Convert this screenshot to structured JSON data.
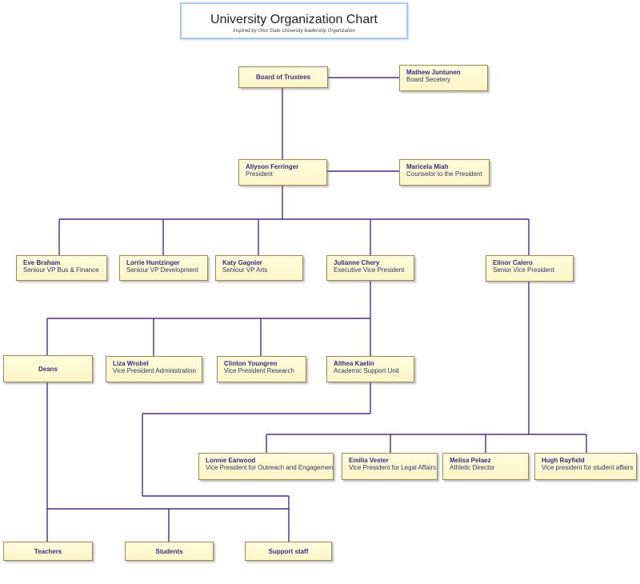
{
  "title": {
    "main": "University Organization Chart",
    "subtitle": "Inspired by Ohio State University leadership Organization"
  },
  "colors": {
    "connector": "#4b2d7f",
    "node_fill": "#fff6c8",
    "node_border": "#9b8a54",
    "title_border": "#a9c9f2",
    "text": "#3a2a77"
  },
  "nodes": {
    "board": {
      "name": "Board of Trustees",
      "role": ""
    },
    "secretary": {
      "name": "Mathew Juntunen",
      "role": "Board Secetery"
    },
    "president": {
      "name": "Allyson Ferringer",
      "role": "President"
    },
    "counselor": {
      "name": "Maricela Miah",
      "role": "Counselor to the President"
    },
    "eve": {
      "name": "Eve Braham",
      "role": "Seniour VP Bus & Finance"
    },
    "lorrie": {
      "name": "Lorrie Huntzinger",
      "role": "Seniour VP Development"
    },
    "katy": {
      "name": "Katy Gagnier",
      "role": "Seniour VP Arts"
    },
    "julianne": {
      "name": "Julianne Chery",
      "role": "Executive Vice President"
    },
    "elinor": {
      "name": "Elinor Calero",
      "role": "Senior Vice President"
    },
    "deans": {
      "name": "Deans",
      "role": ""
    },
    "liza": {
      "name": "Liza Wrobel",
      "role": "Vice President Administration"
    },
    "clinton": {
      "name": "Clinton Youngren",
      "role": "Vice President Research"
    },
    "althea": {
      "name": "Althea Kaelin",
      "role": "Academic Support Unit"
    },
    "lonnie": {
      "name": "Lonnie Earwood",
      "role": "Vice President for Outreach and Engagement"
    },
    "emilia": {
      "name": "Emilia Vester",
      "role": "Vice President for Legal Affairs"
    },
    "melisa": {
      "name": "Melisa Pelaez",
      "role": "Athletic Director"
    },
    "hugh": {
      "name": "Hugh Rayfield",
      "role": "Vice president for student affairs"
    },
    "teachers": {
      "name": "Teachers",
      "role": ""
    },
    "students": {
      "name": "Students",
      "role": ""
    },
    "support": {
      "name": "Support staff",
      "role": ""
    }
  }
}
